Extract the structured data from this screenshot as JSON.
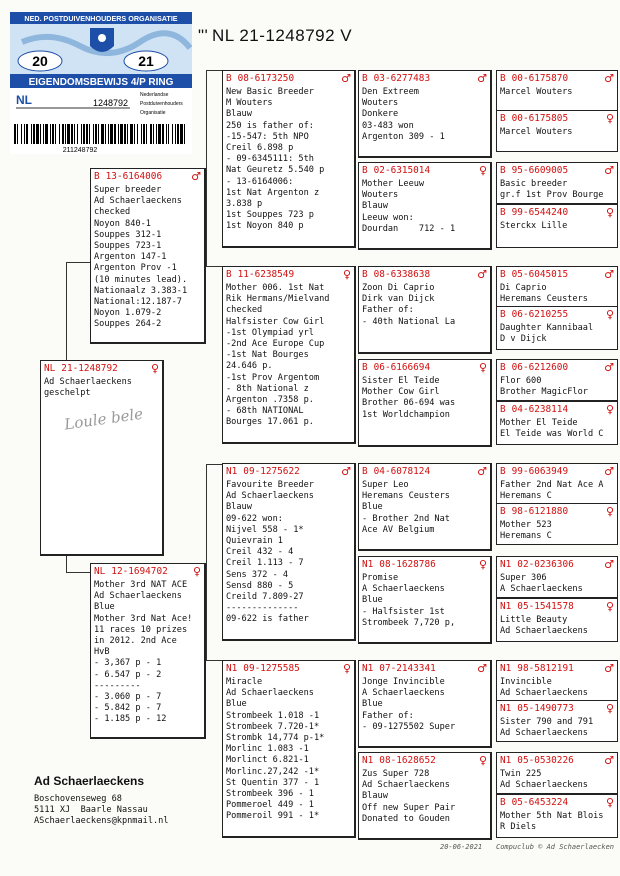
{
  "title": "NL  21-1248792 V",
  "title_marks": "\"'",
  "sticker": {
    "org": "NED. POSTDUIVENHOUDERS ORGANISATIE",
    "year_left": "20",
    "year_right": "21",
    "eigendom": "EIGENDOMSBEWIJS 4/P RING",
    "nl": "NL",
    "ring": "1248792",
    "barcode_no": "211248792",
    "legend": [
      "Nederlandse",
      "Postduivenhouders",
      "Organisatie"
    ]
  },
  "owner": {
    "name": "Ad Schaerlaeckens",
    "lines": [
      "Boschovenseweg 68",
      "5111 XJ  Baarle Nassau",
      "",
      "ASchaerlaeckens@kpnmail.nl"
    ]
  },
  "footer": {
    "date": "20-06-2021",
    "club": "Compuclub © Ad Schaerlaecken"
  },
  "cards": [
    {
      "id": "subject",
      "cls": "NL",
      "ring": "21-1248792",
      "sym": "♀",
      "lines": [
        "",
        "Ad Schaerlaeckens",
        "geschelpt"
      ],
      "handwriting": "Loule bele"
    },
    {
      "id": "sire",
      "cls": "B",
      "ring": "13-6164006",
      "sym": "♂",
      "lines": [
        "Super breeder",
        "Ad Schaerlaeckens",
        "checked",
        "Noyon 840-1",
        "Souppes 312-1",
        "Souppes 723-1",
        "Argenton 147-1",
        "Argenton Prov -1",
        "(10 minutes lead).",
        "Nationaalz 3.383-1",
        "National:12.187-7",
        "Noyon 1.079-2",
        "Souppes 264-2"
      ]
    },
    {
      "id": "dam",
      "cls": "NL",
      "ring": "12-1694702",
      "sym": "♀",
      "lines": [
        "Mother 3rd NAT ACE",
        "Ad Schaerlaeckens",
        "Blue",
        "Mother 3rd Nat Ace!",
        "11 races 10 prizes",
        "in 2012. 2nd Ace",
        "HvB",
        "- 3,367 p - 1",
        "- 6.547 p - 2",
        "---------",
        "- 3.060 p - 7",
        "- 5.842 p - 7",
        "- 1.185 p - 12"
      ]
    },
    {
      "id": "ss",
      "cls": "B",
      "ring": "08-6173250",
      "sym": "♂",
      "lines": [
        "New Basic Breeder",
        "M Wouters",
        "Blauw",
        "250 is father of:",
        "-15-547: 5th NPO",
        "Creil 6.898 p",
        "- 09-6345111: 5th",
        "Nat Geuretz 5.540 p",
        "- 13-6164006:",
        "1st Nat Argenton z",
        "3.838 p",
        "1st Souppes 723 p",
        "1st Noyon 840 p"
      ]
    },
    {
      "id": "sd",
      "cls": "B",
      "ring": "11-6238549",
      "sym": "♀",
      "lines": [
        "Mother 006. 1st Nat",
        "Rik Hermans/Mielvand",
        "checked",
        "Halfsister Cow Girl",
        "-1st Olympiad yrl",
        "-2nd Ace Europe Cup",
        "-1st Nat Bourges",
        "24.646 p.",
        "-1st Prov Argentom",
        "- 8th National z",
        "Argenton .7358 p.",
        "- 68th NATIONAL",
        "Bourges 17.061 p."
      ]
    },
    {
      "id": "ds",
      "cls": "N1",
      "ring": "09-1275622",
      "sym": "♂",
      "lines": [
        "Favourite Breeder",
        "Ad Schaerlaeckens",
        "Blauw",
        "09-622 won:",
        "Nijvel 558 - 1*",
        "Quievrain 1",
        "Creil 432 - 4",
        "Creil 1.113 - 7",
        "Sens 372 - 4",
        "Sensd 880 - 5",
        "Creild 7.809-27",
        "--------------",
        "09-622 is father"
      ]
    },
    {
      "id": "dd",
      "cls": "N1",
      "ring": "09-1275585",
      "sym": "♀",
      "lines": [
        "Miracle",
        "Ad Schaerlaeckens",
        "Blue",
        "Strombeek 1.018 -1",
        "Strombeek 7.720-1*",
        "Strombk 14,774 p-1*",
        "Morlinc 1.083 -1",
        "Morlinct 6.821-1",
        "Morlinc.27,242 -1*",
        "St Quentin 377 - 1",
        "Strombeek 396 - 1",
        "Pommeroel 449 - 1",
        "Pommeroil 991 - 1*"
      ]
    },
    {
      "id": "sss",
      "cls": "B",
      "ring": "03-6277483",
      "sym": "♂",
      "lines": [
        "Den Extreem",
        "Wouters",
        "Donkere",
        "03-483 won",
        "Argenton 309 - 1"
      ]
    },
    {
      "id": "ssd",
      "cls": "B",
      "ring": "02-6315014",
      "sym": "♀",
      "lines": [
        "",
        "Mother Leeuw",
        "Wouters",
        "Blauw",
        "Leeuw won:",
        "Dourdan    712 - 1"
      ]
    },
    {
      "id": "sds",
      "cls": "B",
      "ring": "08-6338638",
      "sym": "♂",
      "lines": [
        "Zoon Di Caprio",
        "Dirk van Dijck",
        "",
        "Father of:",
        "- 40th National La"
      ]
    },
    {
      "id": "sdd",
      "cls": "B",
      "ring": "06-6166694",
      "sym": "♀",
      "lines": [
        "Sister El Teide",
        "Mother Cow Girl",
        "",
        "Brother 06-694 was",
        "1st Worldchampion"
      ]
    },
    {
      "id": "dss",
      "cls": "B",
      "ring": "04-6078124",
      "sym": "♂",
      "lines": [
        "Super Leo",
        "Heremans Ceusters",
        "Blue",
        "- Brother 2nd Nat",
        "Ace AV Belgium"
      ]
    },
    {
      "id": "dsd",
      "cls": "N1",
      "ring": "08-1628786",
      "sym": "♀",
      "lines": [
        "Promise",
        "A Schaerlaeckens",
        "Blue",
        "- Halfsister 1st",
        "Strombeek 7,720 p,"
      ]
    },
    {
      "id": "dds",
      "cls": "N1",
      "ring": "07-2143341",
      "sym": "♂",
      "lines": [
        "Jonge Invincible",
        "A Schaerlaeckens",
        "Blue",
        "Father of:",
        "- 09-1275502 Super"
      ]
    },
    {
      "id": "ddd",
      "cls": "N1",
      "ring": "08-1628652",
      "sym": "♀",
      "lines": [
        "Zus Super 728",
        "Ad Schaerlaeckens",
        "Blauw",
        "Off new Super Pair",
        "Donated to Gouden"
      ]
    },
    {
      "id": "g1",
      "cls": "B",
      "ring": "00-6175870",
      "sym": "♂",
      "lines": [
        "",
        "Marcel Wouters"
      ]
    },
    {
      "id": "g2",
      "cls": "B",
      "ring": "00-6175805",
      "sym": "♀",
      "lines": [
        "",
        "Marcel Wouters"
      ]
    },
    {
      "id": "g3",
      "cls": "B",
      "ring": "95-6609005",
      "sym": "♂",
      "lines": [
        "Basic breeder",
        "gr.f 1st Prov Bourge"
      ]
    },
    {
      "id": "g4",
      "cls": "B",
      "ring": "99-6544240",
      "sym": "♀",
      "lines": [
        "",
        "Sterckx Lille"
      ]
    },
    {
      "id": "g5",
      "cls": "B",
      "ring": "05-6045015",
      "sym": "♂",
      "lines": [
        "Di Caprio",
        "Heremans Ceusters"
      ]
    },
    {
      "id": "g6",
      "cls": "B",
      "ring": "06-6210255",
      "sym": "♀",
      "lines": [
        "Daughter Kannibaal",
        "D v Dijck"
      ]
    },
    {
      "id": "g7",
      "cls": "B",
      "ring": "06-6212600",
      "sym": "♂",
      "lines": [
        "Flor 600",
        "Brother MagicFlor"
      ]
    },
    {
      "id": "g8",
      "cls": "B",
      "ring": "04-6238114",
      "sym": "♀",
      "lines": [
        "Mother El Teide",
        "El Teide was World C"
      ]
    },
    {
      "id": "g9",
      "cls": "B",
      "ring": "99-6063949",
      "sym": "♂",
      "lines": [
        "Father 2nd Nat Ace A",
        "Heremans C"
      ]
    },
    {
      "id": "g10",
      "cls": "B",
      "ring": "98-6121880",
      "sym": "♀",
      "lines": [
        "Mother 523",
        "Heremans C"
      ]
    },
    {
      "id": "g11",
      "cls": "N1",
      "ring": "02-0236306",
      "sym": "♂",
      "lines": [
        "Super 306",
        "A Schaerlaeckens"
      ]
    },
    {
      "id": "g12",
      "cls": "N1",
      "ring": "05-1541578",
      "sym": "♀",
      "lines": [
        "Little Beauty",
        "Ad Schaerlaeckens"
      ]
    },
    {
      "id": "g13",
      "cls": "N1",
      "ring": "98-5812191",
      "sym": "♂",
      "lines": [
        "Invincible",
        "Ad Schaerlaeckens"
      ]
    },
    {
      "id": "g14",
      "cls": "N1",
      "ring": "05-1490773",
      "sym": "♀",
      "lines": [
        "Sister 790 and 791",
        "Ad Schaerlaeckens"
      ]
    },
    {
      "id": "g15",
      "cls": "N1",
      "ring": "05-0530226",
      "sym": "♂",
      "lines": [
        "Twin 225",
        "Ad Schaerlaeckens"
      ]
    },
    {
      "id": "g16",
      "cls": "B",
      "ring": "05-6453224",
      "sym": "♀",
      "lines": [
        "Mother 5th Nat Blois",
        "R Diels"
      ]
    }
  ]
}
